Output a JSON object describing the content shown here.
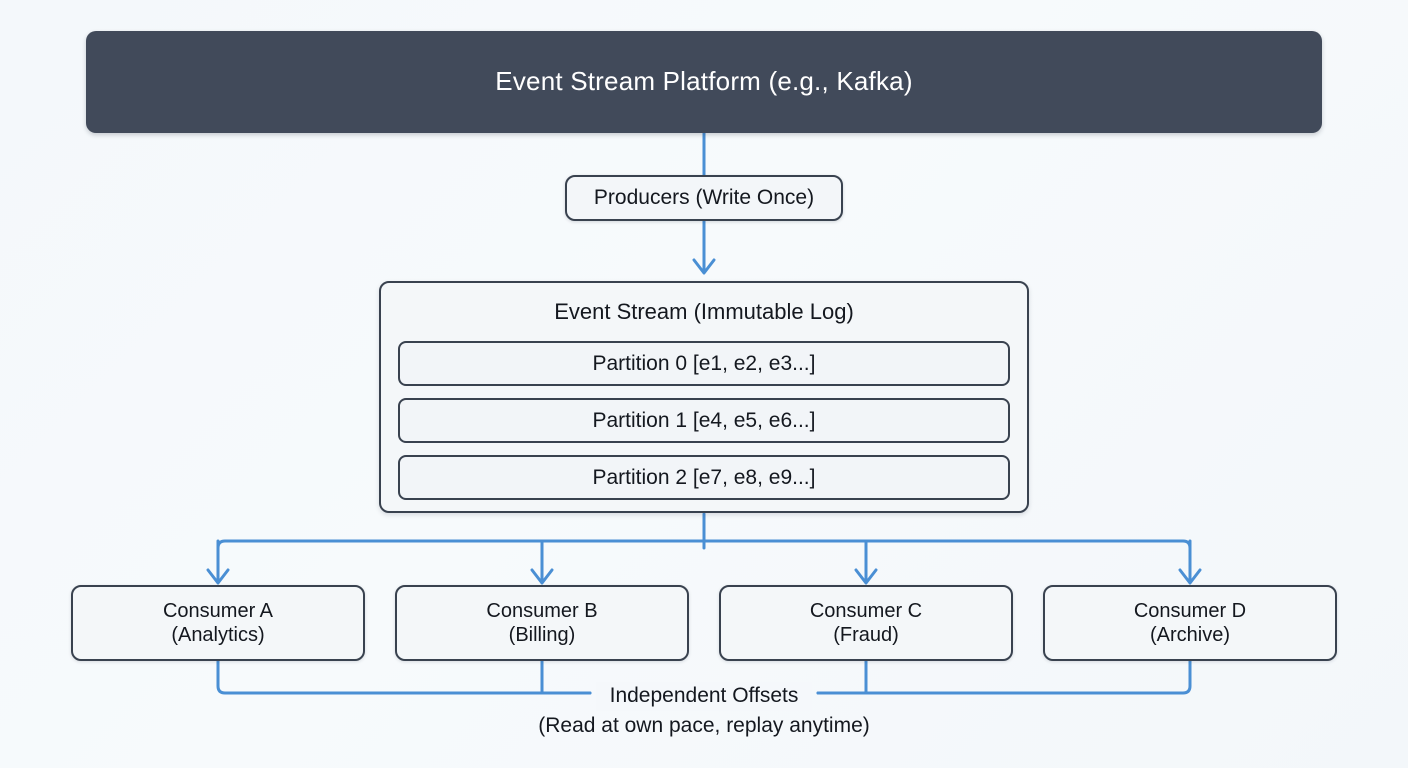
{
  "diagram": {
    "title": "Event Stream Platform (e.g., Kafka)",
    "background_color": "#f6f9fb",
    "accent_color": "#4a8fd4",
    "header_color": "#414a5a",
    "border_color": "#39424f"
  },
  "header": {
    "label": "Event Stream Platform (e.g., Kafka)"
  },
  "producers": {
    "label": "Producers (Write Once)"
  },
  "stream": {
    "title": "Event Stream (Immutable Log)",
    "partitions": [
      {
        "label": "Partition 0 [e1, e2, e3...]"
      },
      {
        "label": "Partition 1 [e4, e5, e6...]"
      },
      {
        "label": "Partition 2 [e7, e8, e9...]"
      }
    ]
  },
  "consumers": [
    {
      "name": "Consumer A",
      "role": "(Analytics)"
    },
    {
      "name": "Consumer B",
      "role": "(Billing)"
    },
    {
      "name": "Consumer C",
      "role": "(Fraud)"
    },
    {
      "name": "Consumer D",
      "role": "(Archive)"
    }
  ],
  "offsets": {
    "title": "Independent Offsets",
    "subtitle": "(Read at own pace, replay anytime)"
  }
}
